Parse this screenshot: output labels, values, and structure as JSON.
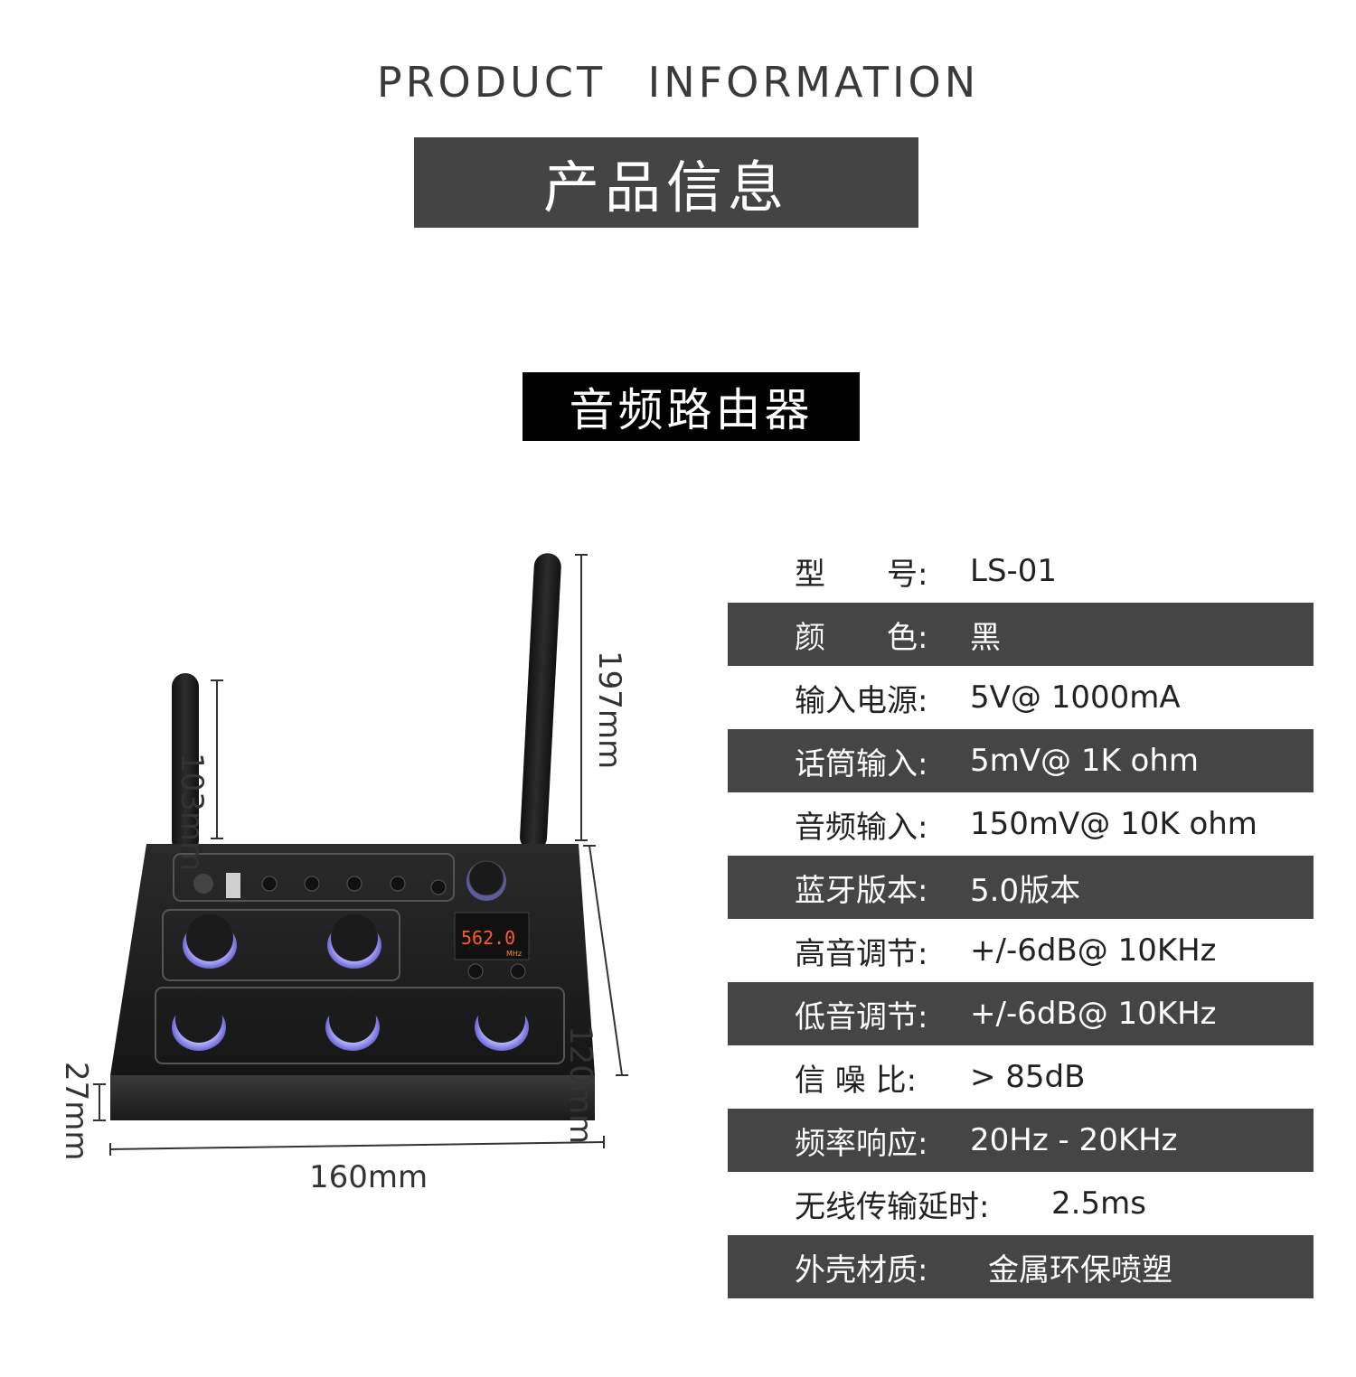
{
  "header": {
    "title_en": "PRODUCT   INFORMATION",
    "title_cn": "产品信息",
    "subtitle": "音频路由器"
  },
  "dimensions": {
    "antenna_short": "103mm",
    "antenna_long": "197mm",
    "depth": "120mm",
    "height": "27mm",
    "width": "160mm"
  },
  "display": {
    "reading": "562.0",
    "unit": "MHz"
  },
  "specs": [
    {
      "label": "型　　号:",
      "value": "LS-01",
      "dark": false
    },
    {
      "label": "颜　　色:",
      "value": "黑",
      "dark": true
    },
    {
      "label": "输入电源:",
      "value": "5V@ 1000mA",
      "dark": false
    },
    {
      "label": "话筒输入:",
      "value": "5mV@ 1K ohm",
      "dark": true
    },
    {
      "label": "音频输入:",
      "value": "150mV@ 10K ohm",
      "dark": false
    },
    {
      "label": "蓝牙版本:",
      "value": "5.0版本",
      "dark": true
    },
    {
      "label": "高音调节:",
      "value": "+/-6dB@  10KHz",
      "dark": false
    },
    {
      "label": "低音调节:",
      "value": "+/-6dB@  10KHz",
      "dark": true
    },
    {
      "label": "信 噪 比:",
      "value": "> 85dB",
      "dark": false
    },
    {
      "label": "频率响应:",
      "value": "20Hz - 20KHz",
      "dark": true
    },
    {
      "label": "无线传输延时:",
      "value": "2.5ms",
      "dark": false
    },
    {
      "label": "外壳材质:",
      "value": "金属环保喷塑",
      "dark": true
    }
  ]
}
